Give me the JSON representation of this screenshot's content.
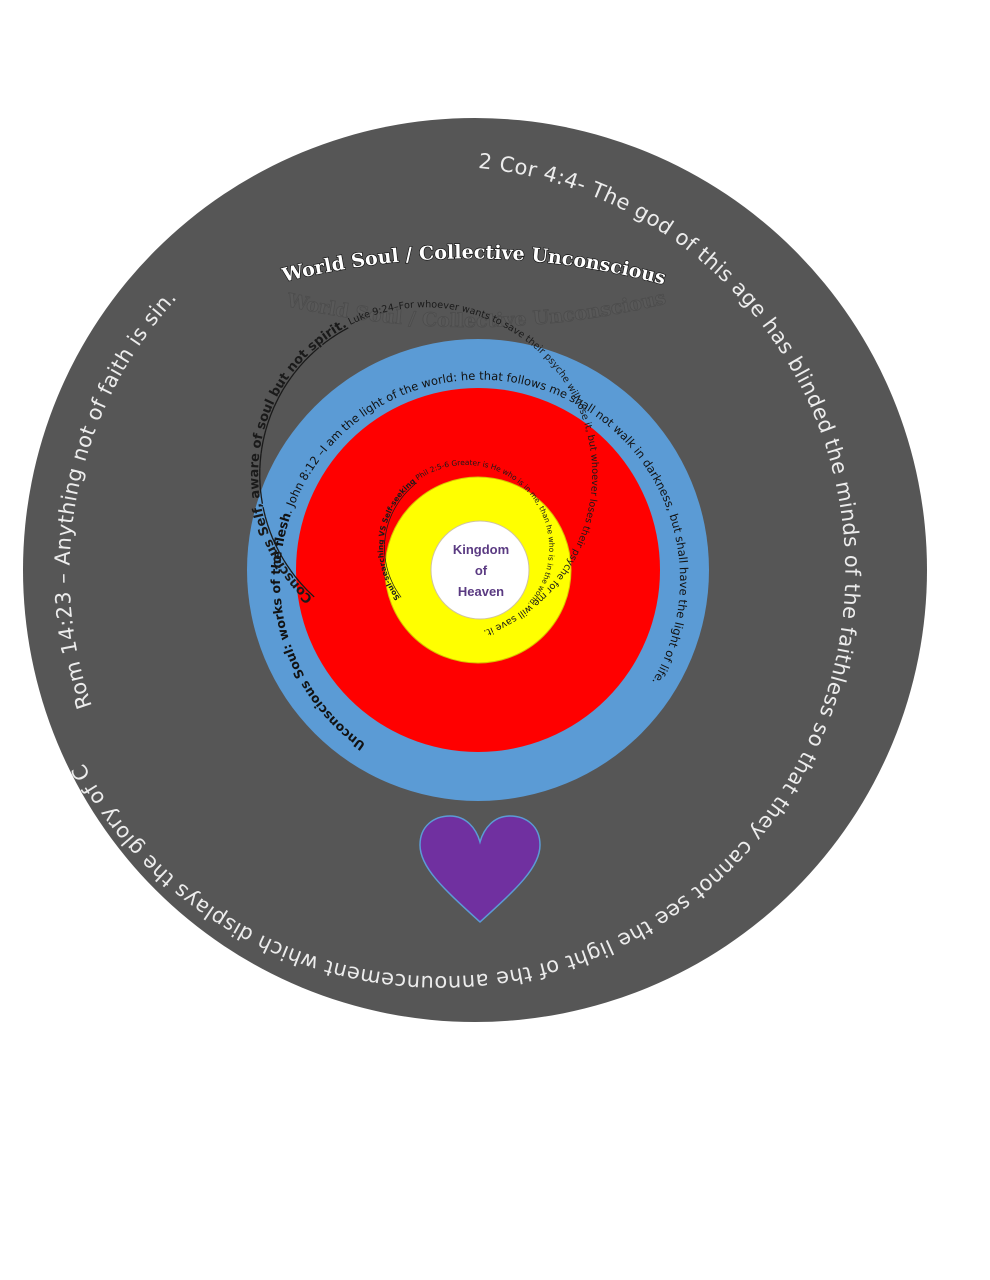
{
  "colors": {
    "outer_disc": "#565656",
    "blue_ring": "#5b9bd5",
    "red_ring": "#ff0000",
    "yellow_ring": "#ffff00",
    "center": "#ffffff",
    "heart": "#7030a0"
  },
  "outer_ring": {
    "right_text": "2 Cor 4:4- The god of this age has blinded the minds of the faithless so that they cannot see the light of the announcement which displays the glory of Christ—the image of God.",
    "left_text": "Rom 14:23 – Anything not of faith is sin."
  },
  "world_soul_label": "World Soul / Collective Unconscious",
  "blue_ring": {
    "bold_text": "Unconscious Soul: works of the flesh",
    "text": ". John 8:12 –I am the light of the world: he that follows me shall not walk in darkness, but shall have the light of life."
  },
  "red_ring": {
    "bold_text": "Conscious Self, aware of soul but not spirit.",
    "text": " Luke 9:24–For whoever wants to save their psyche will lose it, but whoever loses their psyche for me will save it."
  },
  "yellow_ring": {
    "bold_text": "Soul-searching VS Self-seeking",
    "text": " Phil 2:5-6 Greater is He who is in me, than he who is in the world."
  },
  "center": {
    "line1": "Kingdom",
    "line2": "of",
    "line3": "Heaven"
  },
  "heart_icon": "heart-icon"
}
